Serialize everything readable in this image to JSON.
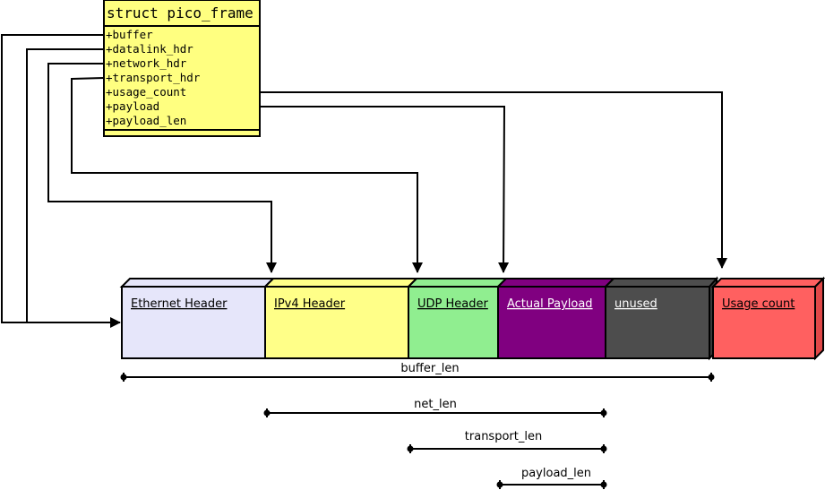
{
  "struct": {
    "title": "struct pico_frame",
    "fields": [
      "+buffer",
      "+datalink_hdr",
      "+network_hdr",
      "+transport_hdr",
      "+usage_count",
      "+payload",
      "+payload_len"
    ],
    "fill": "#ffff80"
  },
  "blocks": [
    {
      "label": "Ethernet Header",
      "color": "#e6e6fa"
    },
    {
      "label": "IPv4 Header",
      "color": "#ffff88"
    },
    {
      "label": "UDP Header",
      "color": "#90ee90"
    },
    {
      "label": "Actual Payload",
      "color": "#800080"
    },
    {
      "label": "unused",
      "color": "#4d4d4d"
    },
    {
      "label": "Usage count",
      "color": "#ff6060"
    }
  ],
  "lengths": [
    "buffer_len",
    "net_len",
    "transport_len",
    "payload_len"
  ]
}
